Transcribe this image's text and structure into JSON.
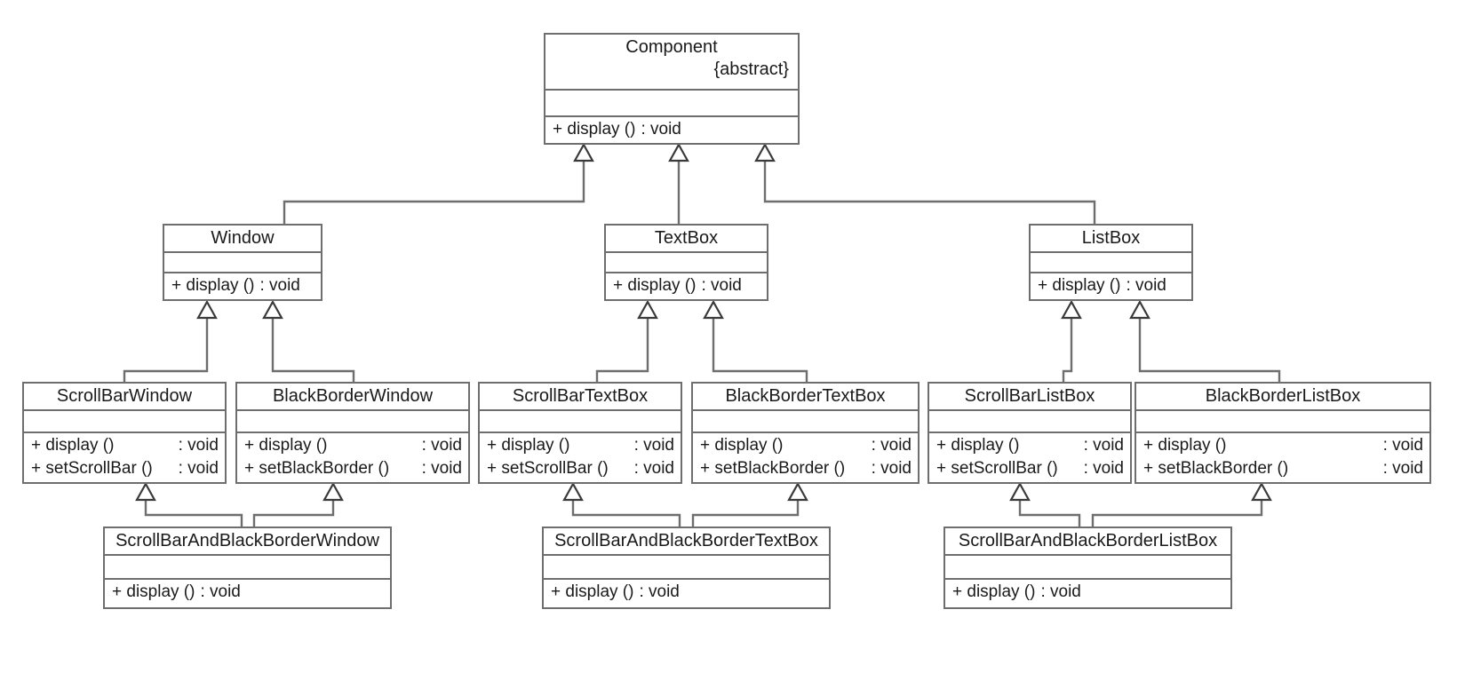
{
  "diagram": {
    "title": "Decorator pattern class diagram",
    "stroke_color": "#6e6e6e",
    "background": "#ffffff",
    "relationship": "generalization"
  },
  "classes": {
    "component": {
      "name": "Component",
      "stereotype": "{abstract}",
      "operations": [
        {
          "sig": "+ display ()",
          "type": ": void"
        }
      ]
    },
    "window": {
      "name": "Window",
      "operations": [
        {
          "sig": "+ display ()",
          "type": ": void"
        }
      ]
    },
    "textbox": {
      "name": "TextBox",
      "operations": [
        {
          "sig": "+ display ()",
          "type": ": void"
        }
      ]
    },
    "listbox": {
      "name": "ListBox",
      "operations": [
        {
          "sig": "+ display ()",
          "type": ": void"
        }
      ]
    },
    "scrollbar_window": {
      "name": "ScrollBarWindow",
      "operations": [
        {
          "sig": "+ display ()",
          "type": ": void"
        },
        {
          "sig": "+ setScrollBar ()",
          "type": ": void"
        }
      ]
    },
    "blackborder_window": {
      "name": "BlackBorderWindow",
      "operations": [
        {
          "sig": "+ display ()",
          "type": ": void"
        },
        {
          "sig": "+ setBlackBorder ()",
          "type": ": void"
        }
      ]
    },
    "scrollbar_textbox": {
      "name": "ScrollBarTextBox",
      "operations": [
        {
          "sig": "+ display ()",
          "type": ": void"
        },
        {
          "sig": "+ setScrollBar ()",
          "type": ": void"
        }
      ]
    },
    "blackborder_textbox": {
      "name": "BlackBorderTextBox",
      "operations": [
        {
          "sig": "+ display ()",
          "type": ": void"
        },
        {
          "sig": "+ setBlackBorder ()",
          "type": ": void"
        }
      ]
    },
    "scrollbar_listbox": {
      "name": "ScrollBarListBox",
      "operations": [
        {
          "sig": "+ display ()",
          "type": ": void"
        },
        {
          "sig": "+ setScrollBar ()",
          "type": ": void"
        }
      ]
    },
    "blackborder_listbox": {
      "name": "BlackBorderListBox",
      "operations": [
        {
          "sig": "+ display ()",
          "type": ": void"
        },
        {
          "sig": "+ setBlackBorder ()",
          "type": ": void"
        }
      ]
    },
    "sb_bb_window": {
      "name": "ScrollBarAndBlackBorderWindow",
      "operations": [
        {
          "sig": "+ display ()",
          "type": ": void"
        }
      ]
    },
    "sb_bb_textbox": {
      "name": "ScrollBarAndBlackBorderTextBox",
      "operations": [
        {
          "sig": "+ display ()",
          "type": ": void"
        }
      ]
    },
    "sb_bb_listbox": {
      "name": "ScrollBarAndBlackBorderListBox",
      "operations": [
        {
          "sig": "+ display ()",
          "type": ": void"
        }
      ]
    }
  }
}
